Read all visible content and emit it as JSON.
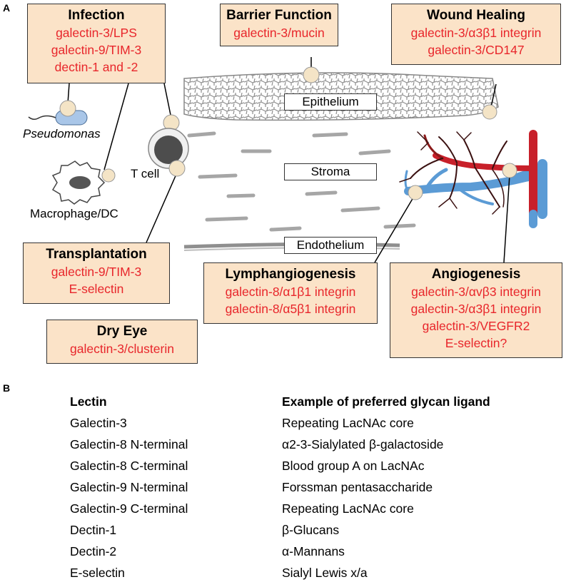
{
  "panel_a": {
    "letter": "A",
    "boxes": {
      "infection": {
        "title": "Infection",
        "items": [
          "galectin-3/LPS",
          "galectin-9/TIM-3",
          "dectin-1 and -2"
        ]
      },
      "barrier": {
        "title": "Barrier Function",
        "items": [
          "galectin-3/mucin"
        ]
      },
      "wound": {
        "title": "Wound Healing",
        "items": [
          "galectin-3/α3β1 integrin",
          "galectin-3/CD147"
        ]
      },
      "transplantation": {
        "title": "Transplantation",
        "items": [
          "galectin-9/TIM-3",
          "E-selectin"
        ]
      },
      "lymphangiogenesis": {
        "title": "Lymphangiogenesis",
        "items": [
          "galectin-8/α1β1 integrin",
          "galectin-8/α5β1 integrin"
        ]
      },
      "angiogenesis": {
        "title": "Angiogenesis",
        "items": [
          "galectin-3/αvβ3 integrin",
          "galectin-3/α3β1 integrin",
          "galectin-3/VEGFR2",
          "E-selectin?"
        ]
      },
      "dry_eye": {
        "title": "Dry Eye",
        "items": [
          "galectin-3/clusterin"
        ]
      }
    },
    "tissue_labels": {
      "epithelium": "Epithelium",
      "stroma": "Stroma",
      "endothelium": "Endothelium"
    },
    "cell_labels": {
      "pseudomonas": "Pseudomonas",
      "t_cell": "T cell",
      "macrophage": "Macrophage/DC"
    },
    "colors": {
      "box_fill": "#fbe3c8",
      "ligand_text": "#e8262b",
      "artery": "#c8202a",
      "lymph": "#5b9bd5",
      "tissue": "#9a9a9a"
    }
  },
  "panel_b": {
    "letter": "B",
    "headers": {
      "lectin": "Lectin",
      "ligand": "Example of preferred glycan ligand"
    },
    "rows": [
      {
        "lectin": "Galectin-3",
        "ligand": "Repeating LacNAc core"
      },
      {
        "lectin": "Galectin-8 N-terminal",
        "ligand": "α2-3-Sialylated β-galactoside"
      },
      {
        "lectin": "Galectin-8 C-terminal",
        "ligand": "Blood group A on LacNAc"
      },
      {
        "lectin": "Galectin-9 N-terminal",
        "ligand": "Forssman pentasaccharide"
      },
      {
        "lectin": "Galectin-9 C-terminal",
        "ligand": "Repeating LacNAc core"
      },
      {
        "lectin": "Dectin-1",
        "ligand": "β-Glucans"
      },
      {
        "lectin": "Dectin-2",
        "ligand": "α-Mannans"
      },
      {
        "lectin": "E-selectin",
        "ligand": "Sialyl Lewis x/a"
      }
    ]
  }
}
